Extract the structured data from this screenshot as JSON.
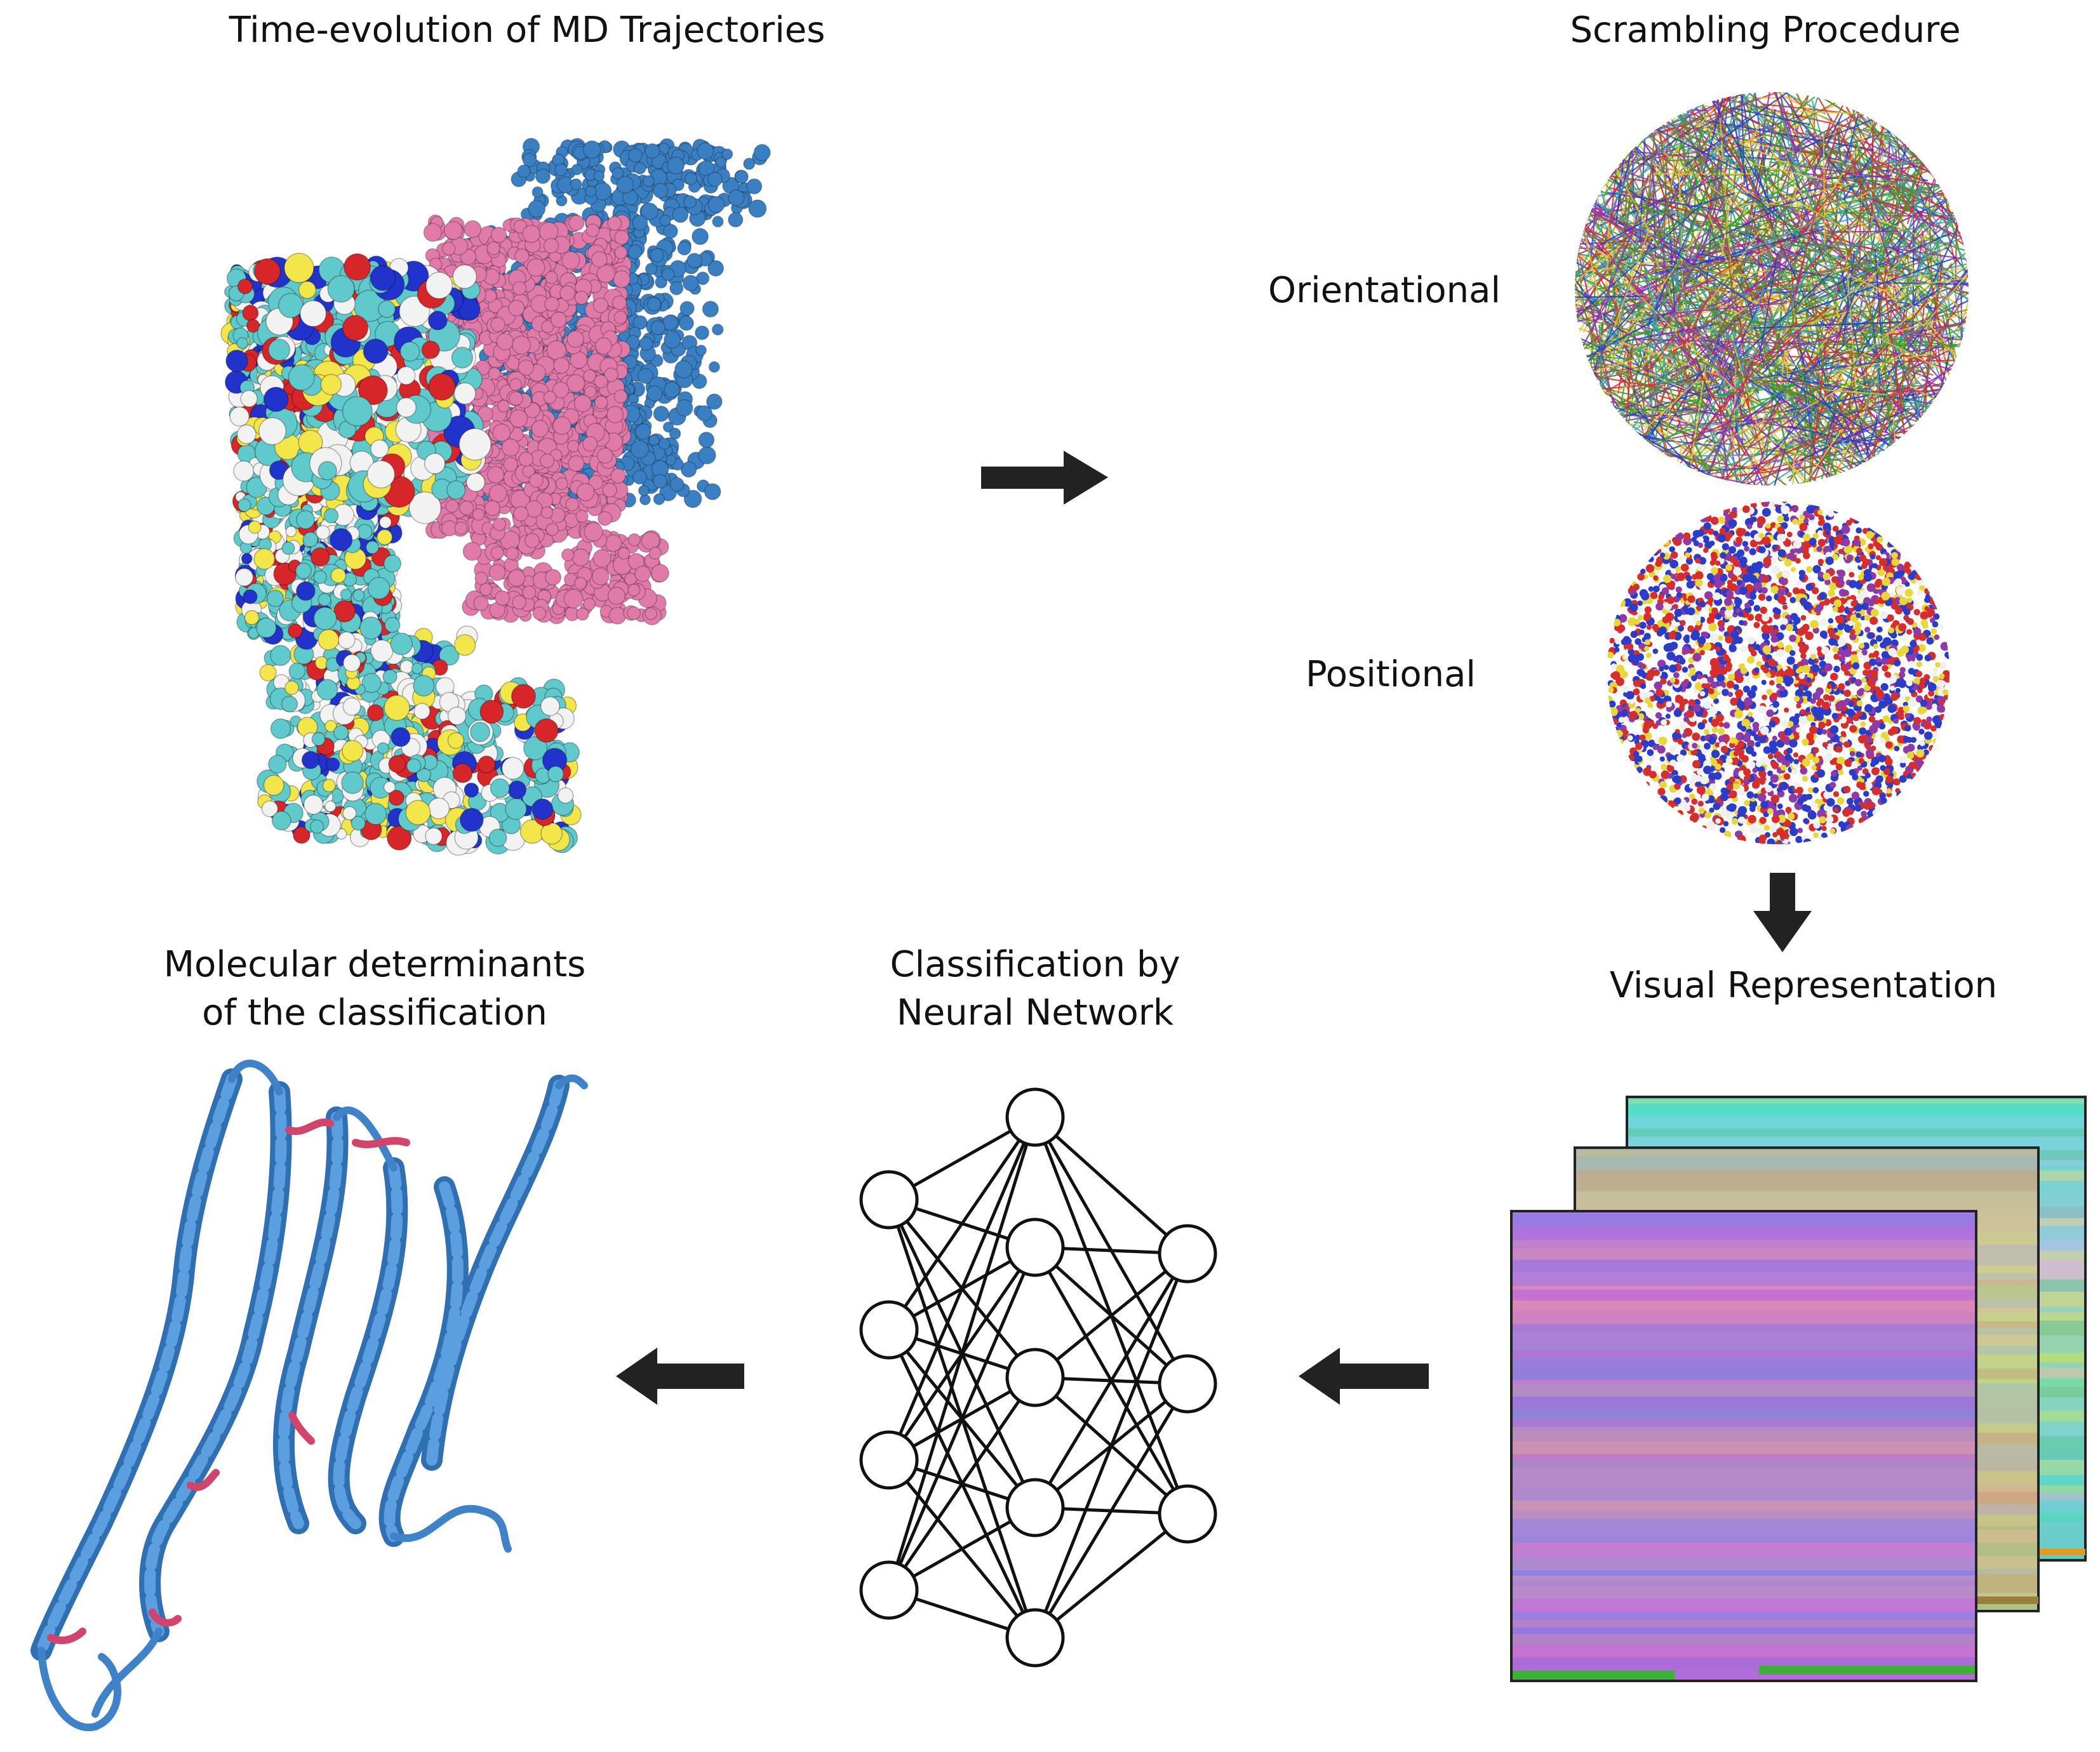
{
  "titles": {
    "md_trajectories": "Time-evolution of MD Trajectories",
    "scrambling": "Scrambling Procedure",
    "orientational": "Orientational",
    "positional": "Positional",
    "visual_representation": "Visual Representation",
    "neural_network": [
      "Classification by",
      "Neural Network"
    ],
    "molecular_determinants": [
      "Molecular determinants",
      "of the classification"
    ]
  },
  "colors": {
    "arrow": "#222222",
    "protein_blue": "#3a7fc1",
    "protein_pink": "#e07aa8",
    "helix_blue": "#4a8fd6",
    "loop_red": "#d2456a",
    "atom_cyan": "#5fc9cc",
    "atom_red": "#d6262a",
    "atom_blue": "#2233cc",
    "atom_white": "#f2f2f2",
    "atom_yellow": "#f2e64a"
  },
  "neural_network": {
    "layers": [
      4,
      5,
      3
    ]
  }
}
